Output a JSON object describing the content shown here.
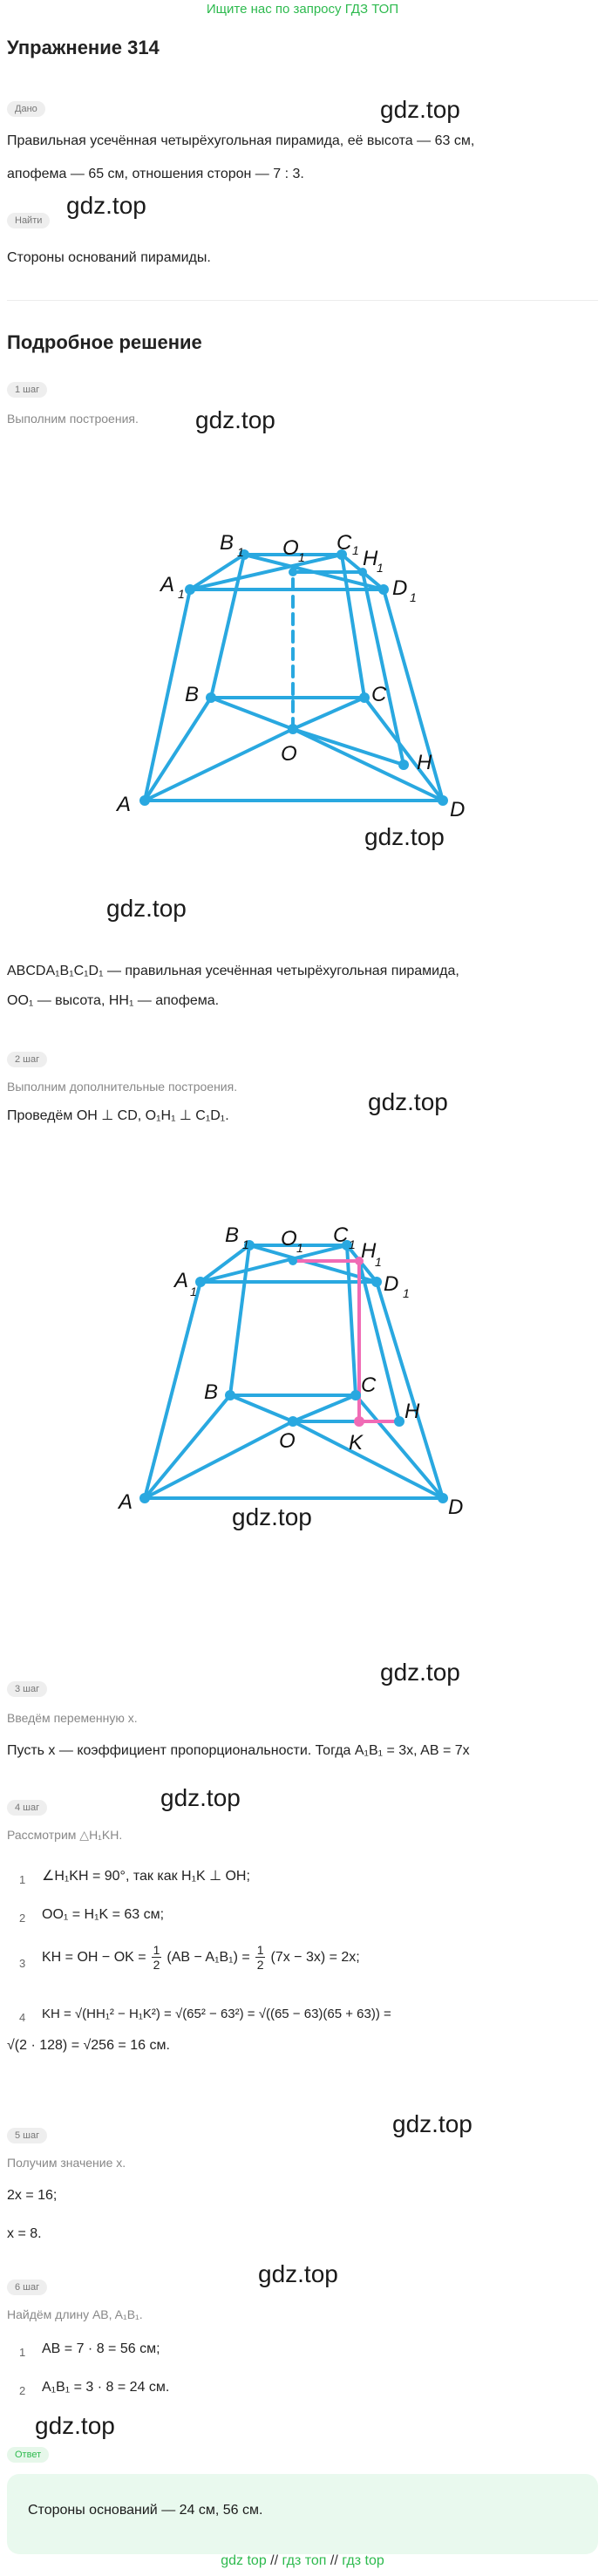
{
  "banner": "Ищите нас по запросу ГДЗ ТОП",
  "title": "Упражнение 314",
  "given_tag": "Дано",
  "given_line1": "Правильная усечённая четырёхугольная пирамида, её высота — 63 см,",
  "given_line2": "апофема — 65 см, отношения сторон — 7 : 3.",
  "find_tag": "Найти",
  "find_text": "Стороны оснований пирамиды.",
  "solution_title": "Подробное решение",
  "watermark": "gdz.top",
  "steps": {
    "s1": {
      "tag": "1 шаг",
      "hint": "Выполним построения."
    },
    "s2": {
      "tag": "2 шаг",
      "hint": "Выполним дополнительные построения.",
      "text": "Проведём OH ⊥ CD, O₁H₁ ⊥ C₁D₁."
    },
    "s3": {
      "tag": "3 шаг",
      "hint": "Введём переменную x.",
      "text": "Пусть x — коэффициент пропорциональности. Тогда A₁B₁ = 3x, AB = 7x"
    },
    "s4": {
      "tag": "4 шаг",
      "hint": "Рассмотрим △H₁KH.",
      "items": [
        "∠H₁KH = 90°, так как H₁K ⊥ OH;",
        "OO₁ = H₁K = 63 см;"
      ],
      "item3a": "KH = OH − OK =",
      "item3b": "(AB − A₁B₁) =",
      "item3c": "(7x − 3x) = 2x;",
      "item4a": "KH = √(HH₁² − H₁K²) = √(65² − 63²) = √((65 − 63)(65 + 63)) =",
      "item4b": "√(2 · 128) = √256 = 16 см.",
      "half_num": "1",
      "half_den": "2"
    },
    "s5": {
      "tag": "5 шаг",
      "hint": "Получим значение x.",
      "eq1": "2x = 16;",
      "eq2": "x = 8."
    },
    "s6": {
      "tag": "6 шаг",
      "hint": "Найдём длину AB, A₁B₁.",
      "items": [
        "AB = 7 · 8 = 56 см;",
        "A₁B₁ = 3 · 8 = 24 см."
      ]
    }
  },
  "desc_line1": "ABCDA₁B₁C₁D₁ — правильная усечённая четырёхугольная пирамида,",
  "desc_line2": "OO₁ — высота, HH₁ — апофема.",
  "answer_tag": "Ответ",
  "answer_text": "Стороны оснований — 24 см, 56 см.",
  "footer": {
    "a": "gdz top",
    "sep": "//",
    "b": "гдз топ",
    "c": "гдз top"
  },
  "list_numbers": [
    "1",
    "2",
    "3",
    "4"
  ],
  "colors": {
    "accent": "#2dba4e",
    "figure": "#29a8e0",
    "highlight": "#f06bb5",
    "answer_bg": "#e9f9ee"
  },
  "figure_labels": {
    "A": "A",
    "B": "B",
    "C": "C",
    "D": "D",
    "O": "O",
    "H": "H",
    "K": "K",
    "A1": "A",
    "B1": "B",
    "C1": "C",
    "D1": "D",
    "O1": "O",
    "H1": "H",
    "sub": "1"
  }
}
